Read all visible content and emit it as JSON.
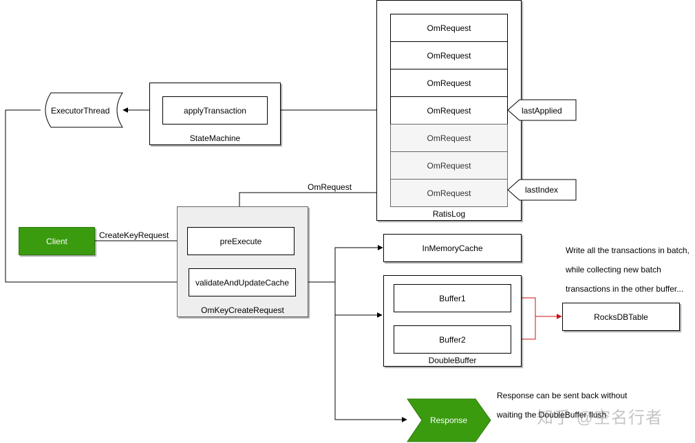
{
  "colors": {
    "green": "#3a9b0f",
    "red": "#cc1111",
    "grey_panel": "#eeeeee",
    "grey_cell": "#f5f5f5"
  },
  "ratis_log": {
    "entries": [
      "OmRequest",
      "OmRequest",
      "OmRequest",
      "OmRequest",
      "OmRequest",
      "OmRequest",
      "OmRequest"
    ],
    "caption": "RatisLog"
  },
  "callouts": {
    "last_applied": "lastApplied",
    "last_index": "lastIndex"
  },
  "executor_thread": "ExecutorThread",
  "state_machine": {
    "inner": "applyTransaction",
    "caption": "StateMachine"
  },
  "edge_labels": {
    "om_request": "OmRequest",
    "create_key_request": "CreateKeyRequest"
  },
  "client": "Client",
  "om_key_create_request": {
    "pre_execute": "preExecute",
    "validate": "validateAndUpdateCache",
    "caption": "OmKeyCreateRequest"
  },
  "in_memory_cache": "InMemoryCache",
  "double_buffer": {
    "buffer1": "Buffer1",
    "buffer2": "Buffer2",
    "caption": "DoubleBuffer"
  },
  "rocksdb_table": "RocksDBTable",
  "batch_note": [
    "Write all the transactions in batch,",
    "while collecting new batch",
    "transactions in the other buffer..."
  ],
  "response": "Response",
  "response_note": [
    "Response can be sent back without",
    "waiting the DoubleBuffer flush"
  ],
  "watermark": "知乎 @空名行者"
}
